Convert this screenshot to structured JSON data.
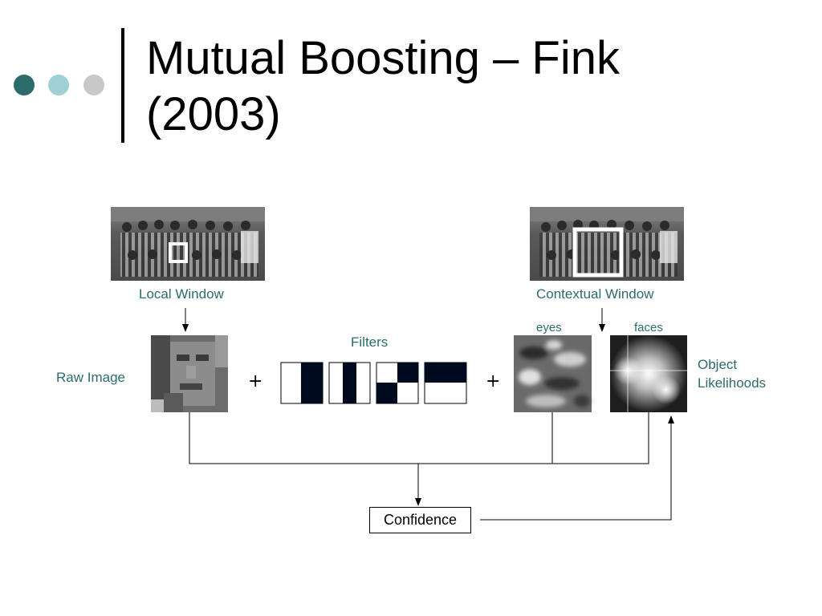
{
  "slide": {
    "title_line1": "Mutual Boosting – Fink",
    "title_line2": "(2003)",
    "bullet_colors": [
      "#2e6b6b",
      "#9fd0d4",
      "#c8c8c8"
    ]
  },
  "diagram": {
    "local_window_label": "Local Window",
    "contextual_window_label": "Contextual Window",
    "raw_image_label": "Raw Image",
    "filters_label": "Filters",
    "eyes_label": "eyes",
    "faces_label": "faces",
    "object_likelihoods_line1": "Object",
    "object_likelihoods_line2": "Likelihoods",
    "plus_1": "+",
    "plus_2": "+",
    "confidence_label": "Confidence",
    "label_color": "#2e6b6b"
  }
}
